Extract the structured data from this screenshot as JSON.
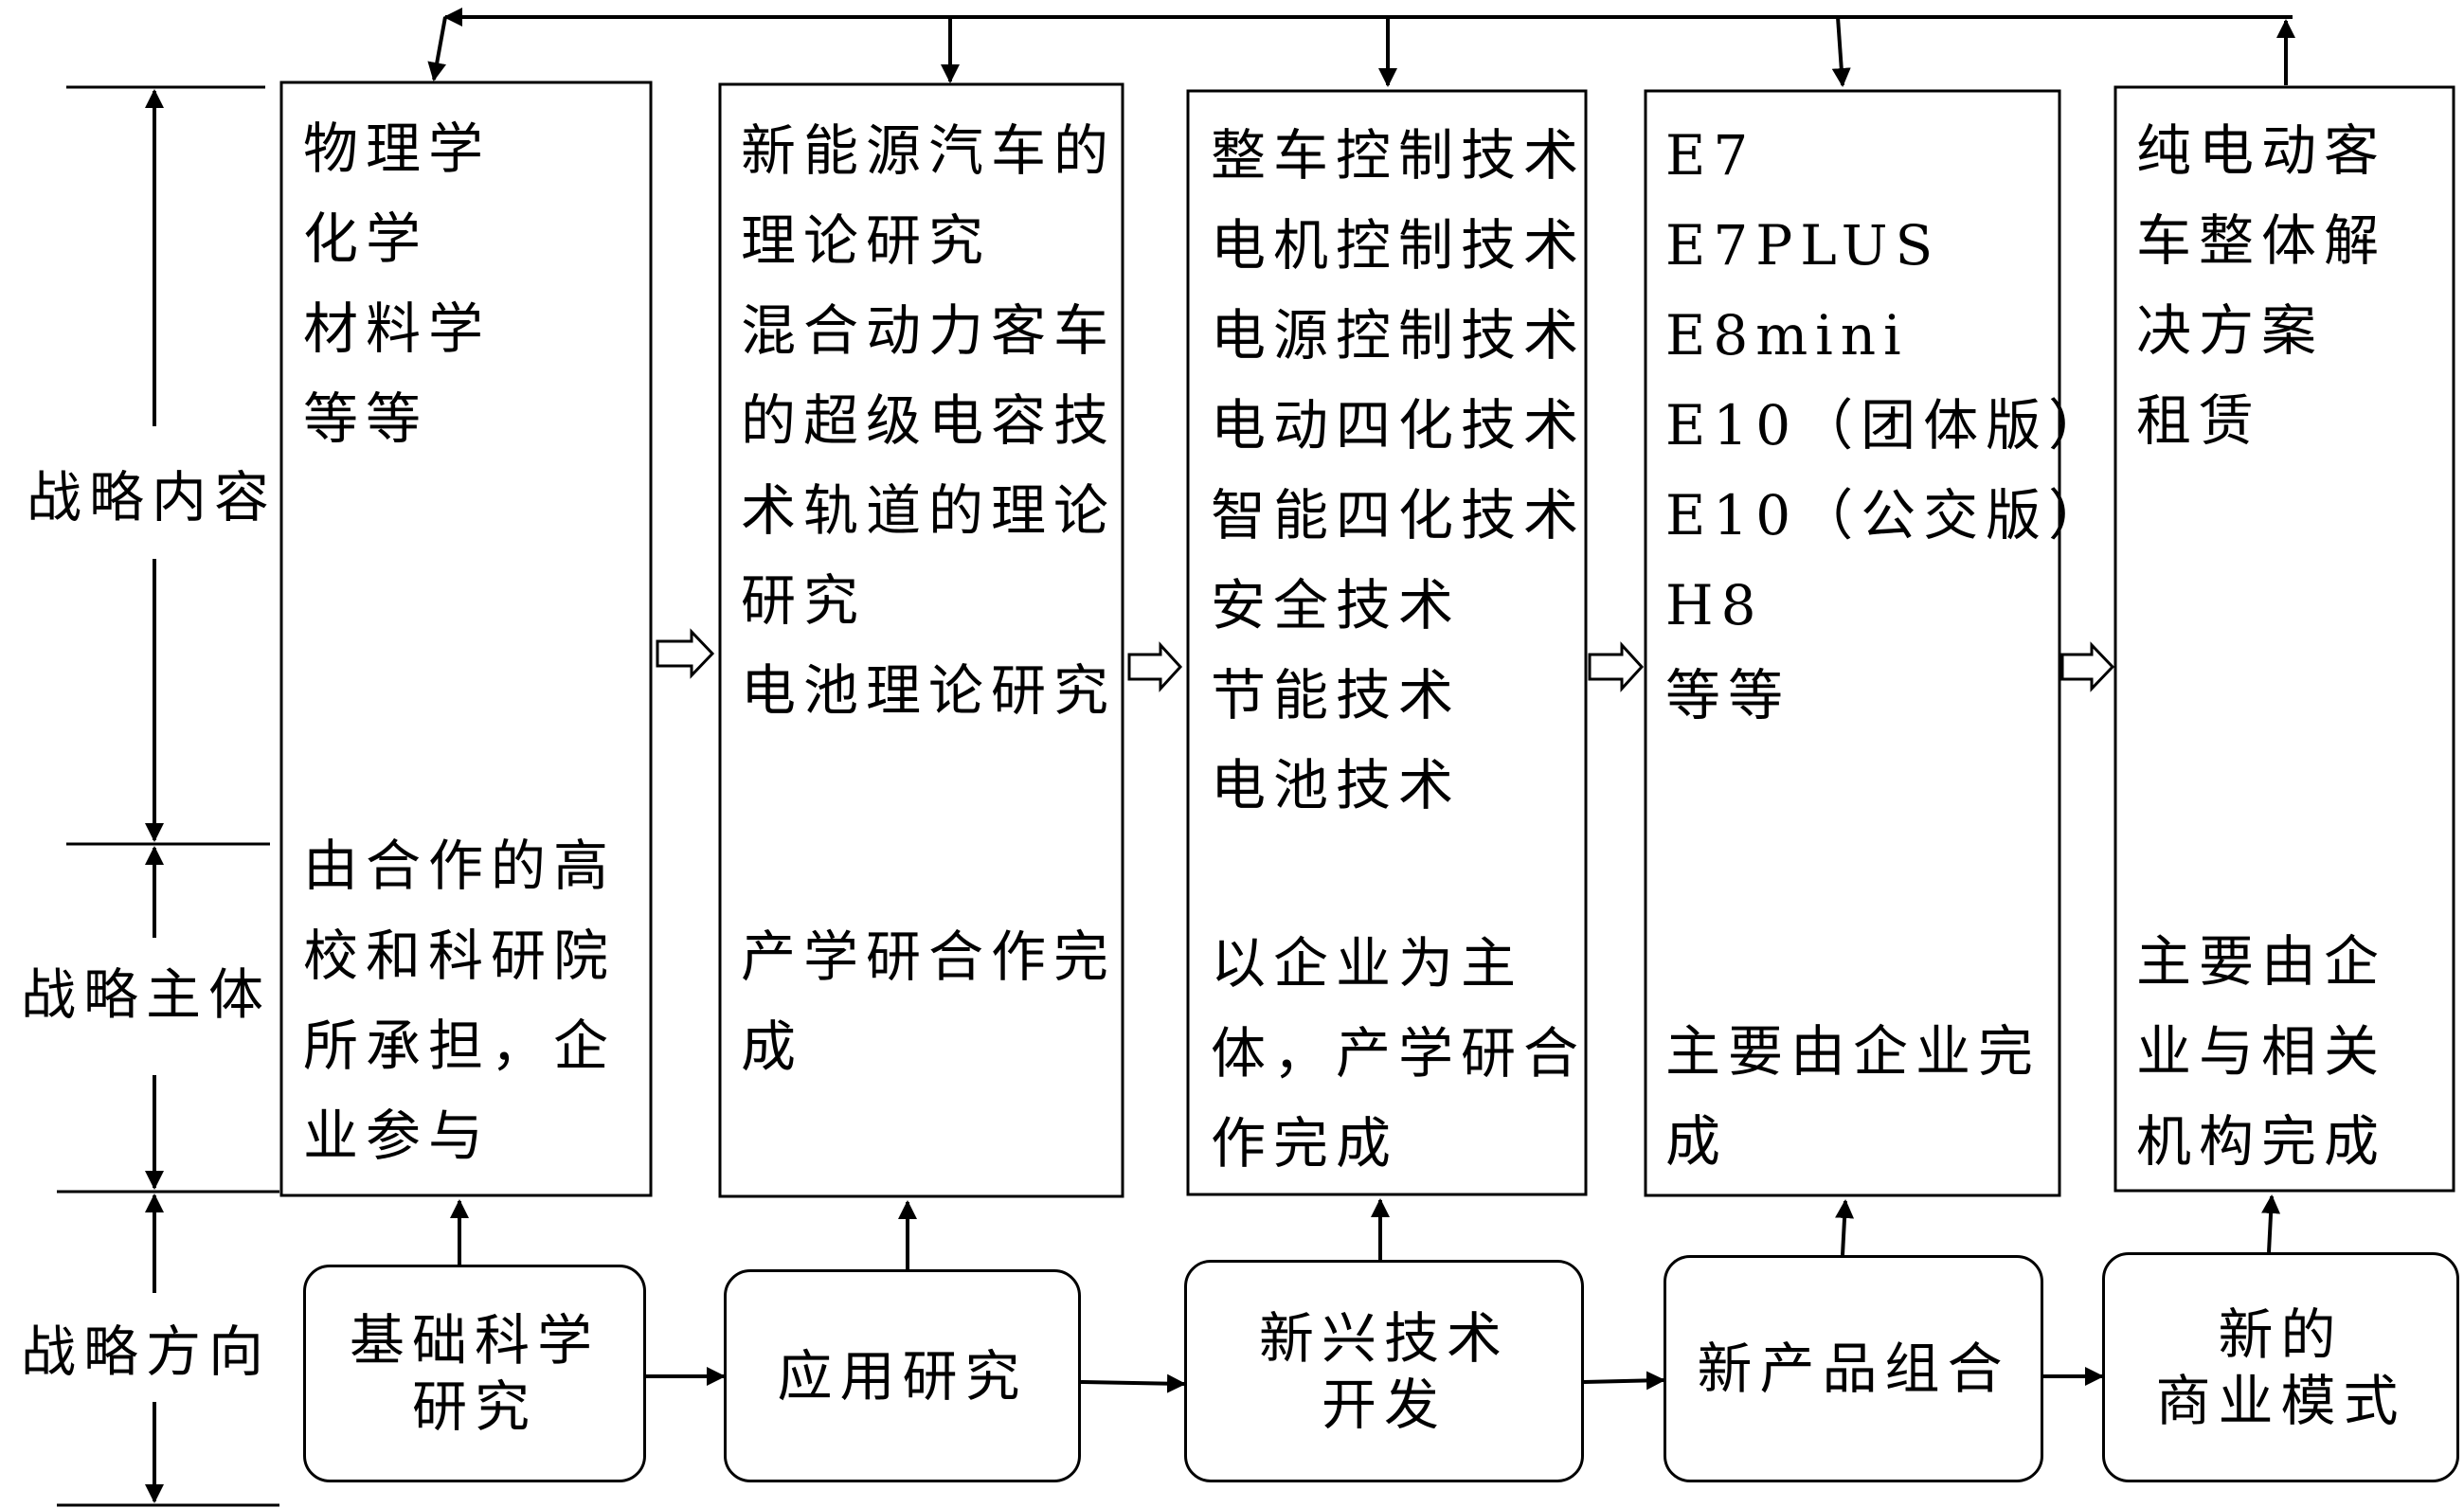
{
  "row_labels": {
    "content": "战略内容",
    "subject": "战略主体",
    "direction": "战略方向"
  },
  "stages": [
    {
      "content_lines": [
        "物理学",
        "化学",
        "材料学",
        "等等"
      ],
      "subject_lines": [
        "由合作的高",
        "校和科研院",
        "所承担，企",
        "业参与"
      ],
      "direction_lines": [
        "基础科学",
        "研究"
      ]
    },
    {
      "content_lines": [
        "新能源汽车的",
        "理论研究",
        "混合动力客车",
        "的超级电容技",
        "术轨道的理论",
        "研究",
        "电池理论研究"
      ],
      "subject_lines": [
        "产学研合作完",
        "成"
      ],
      "direction_lines": [
        "应用研究"
      ]
    },
    {
      "content_lines": [
        "整车控制技术",
        "电机控制技术",
        "电源控制技术",
        "电动四化技术",
        "智能四化技术",
        "安全技术",
        "节能技术",
        "电池技术"
      ],
      "subject_lines": [
        "以企业为主",
        "体，产学研合",
        "作完成"
      ],
      "direction_lines": [
        "新兴技术",
        "开发"
      ]
    },
    {
      "content_lines": [
        "E7",
        "E7PLUS",
        "E8mini",
        "E10（团体版）",
        "E10（公交版）",
        "H8",
        "等等"
      ],
      "subject_lines": [
        "主要由企业完",
        "成"
      ],
      "direction_lines": [
        "新产品组合"
      ]
    },
    {
      "content_lines": [
        "纯电动客",
        "车整体解",
        "决方案",
        "租赁"
      ],
      "subject_lines": [
        "主要由企",
        "业与相关",
        "机构完成"
      ],
      "direction_lines": [
        "新的",
        "商业模式"
      ]
    }
  ]
}
